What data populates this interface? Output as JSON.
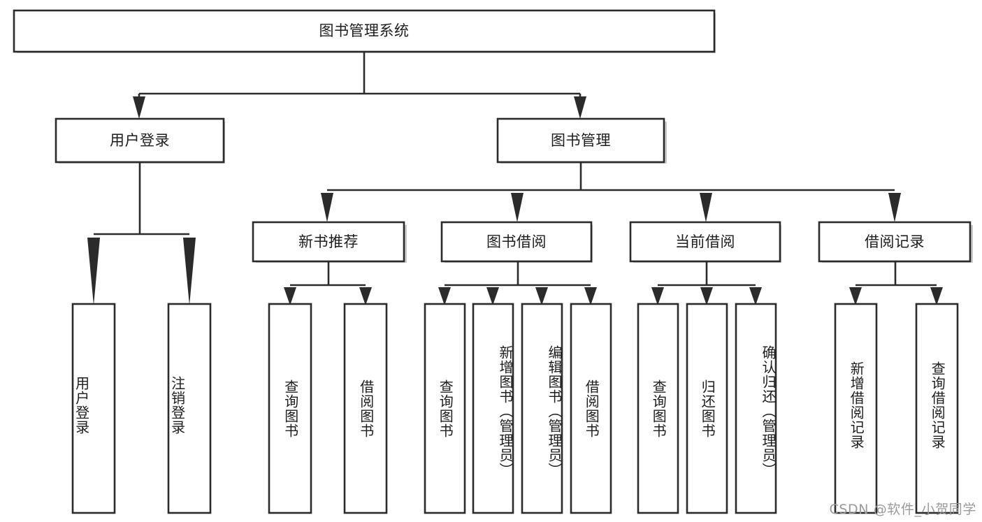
{
  "diagram": {
    "type": "tree-hierarchy-chart",
    "title_node": {
      "label": "图书管理系统"
    },
    "level2": [
      {
        "label": "用户登录"
      },
      {
        "label": "图书管理"
      }
    ],
    "level3": [
      {
        "label": "新书推荐"
      },
      {
        "label": "图书借阅"
      },
      {
        "label": "当前借阅"
      },
      {
        "label": "借阅记录"
      }
    ],
    "leaves": {
      "user_login": [
        {
          "label": "用户登录"
        },
        {
          "label": "注销登录"
        }
      ],
      "new_book_recommend": [
        {
          "label": "查询图书"
        },
        {
          "label": "借阅图书"
        }
      ],
      "book_borrow": [
        {
          "label": "查询图书"
        },
        {
          "label": "新增图书（管理员）"
        },
        {
          "label": "编辑图书（管理员）"
        },
        {
          "label": "借阅图书"
        }
      ],
      "current_borrow": [
        {
          "label": "查询图书"
        },
        {
          "label": "归还图书"
        },
        {
          "label": "确认归还（管理员）"
        }
      ],
      "borrow_record": [
        {
          "label": "新增借阅记录"
        },
        {
          "label": "查询借阅记录"
        }
      ]
    },
    "watermark": "CSDN @软件_小贺同学",
    "colors": {
      "stroke": "#2b2b2b",
      "fill": "#ffffff",
      "text": "#1d1d1d",
      "watermark": "#9a9a9a",
      "shadow": "#b8b8b8"
    }
  }
}
